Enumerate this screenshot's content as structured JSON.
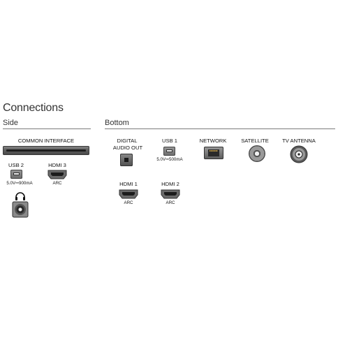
{
  "title": "Connections",
  "side": {
    "heading": "Side",
    "common_interface": "COMMON INTERFACE",
    "usb": {
      "label": "USB 2",
      "spec": "5.0V⎓900mA"
    },
    "hdmi": {
      "label": "HDMI 3",
      "sub": "ARC"
    },
    "headphone_icon": "headphone-icon"
  },
  "bottom": {
    "heading": "Bottom",
    "digital_audio": {
      "line1": "DIGITAL",
      "line2": "AUDIO OUT"
    },
    "usb": {
      "label": "USB 1",
      "spec": "5.0V⎓500mA"
    },
    "network": "NETWORK",
    "satellite": "SATELLITE",
    "antenna": "TV ANTENNA",
    "hdmi1": {
      "label": "HDMI 1",
      "sub": "ARC"
    },
    "hdmi2": {
      "label": "HDMI 2",
      "sub": "ARC"
    }
  }
}
